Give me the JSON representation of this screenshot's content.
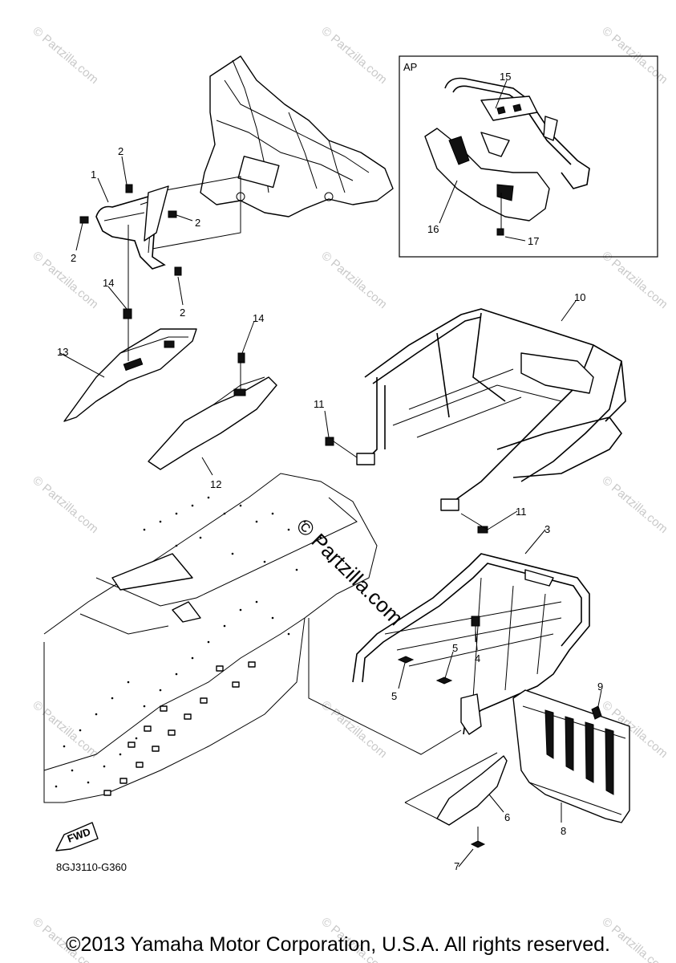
{
  "inset_label": "AP",
  "diagram_code": "8GJ3110-G360",
  "fwd_label": "FWD",
  "center_watermark": "© Partzilla.com",
  "corner_watermark": "© Partzilla.com",
  "copyright": "©2013 Yamaha Motor Corporation, U.S.A. All rights reserved.",
  "callouts": {
    "c1": "1",
    "c2a": "2",
    "c2b": "2",
    "c2c": "2",
    "c2d": "2",
    "c3": "3",
    "c4": "4",
    "c5a": "5",
    "c5b": "5",
    "c6": "6",
    "c7": "7",
    "c8": "8",
    "c9": "9",
    "c10": "10",
    "c11a": "11",
    "c11b": "11",
    "c12": "12",
    "c13": "13",
    "c14a": "14",
    "c14b": "14",
    "c15": "15",
    "c16": "16",
    "c17": "17"
  }
}
